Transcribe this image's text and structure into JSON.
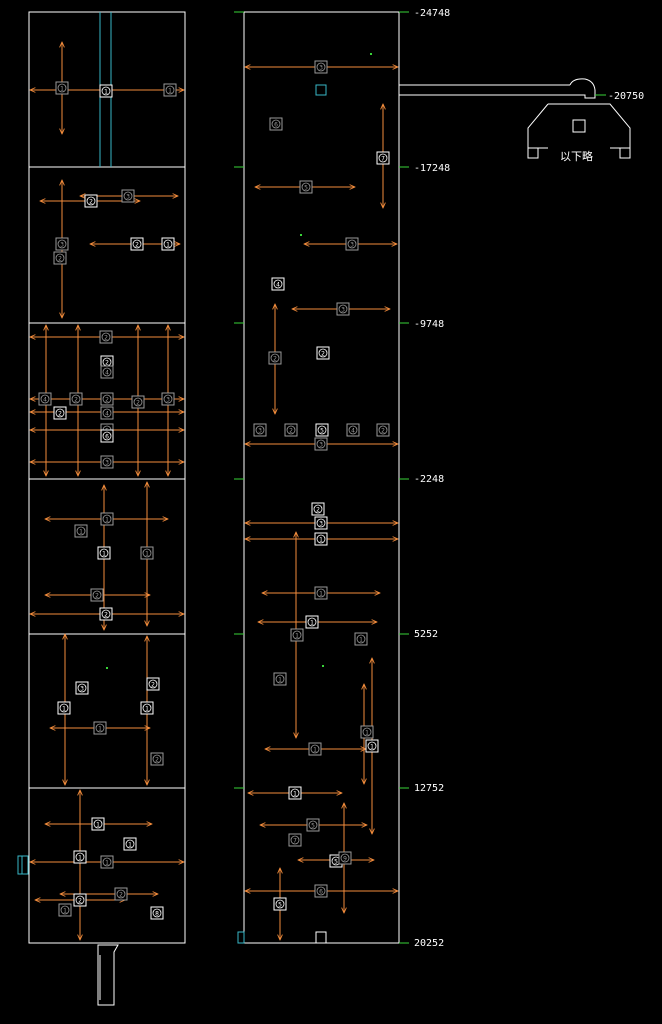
{
  "drawing": {
    "note": "以下略",
    "station_labels": [
      "-24748",
      "-20750",
      "-17248",
      "-9748",
      "-2248",
      "5252",
      "12752",
      "20252"
    ]
  },
  "markers": {
    "left_column": [
      "1",
      "1",
      "1",
      "2",
      "3",
      "3",
      "2",
      "2",
      "1",
      "2",
      "2",
      "4",
      "4",
      "2",
      "2",
      "2",
      "3",
      "2",
      "4",
      "5",
      "6",
      "3",
      "1",
      "1",
      "1",
      "1",
      "2",
      "2",
      "3",
      "2",
      "1",
      "1",
      "1",
      "2",
      "1",
      "1",
      "1",
      "1",
      "2",
      "2",
      "1",
      "8",
      "5",
      "4",
      "2",
      "5",
      "3",
      "1",
      "7"
    ],
    "right_column": [
      "3",
      "6",
      "7",
      "5",
      "3",
      "4",
      "3",
      "2",
      "2",
      "3",
      "2",
      "5",
      "4",
      "2",
      "3",
      "2",
      "3",
      "1",
      "1",
      "1",
      "1",
      "1",
      "1",
      "1",
      "1",
      "1",
      "1",
      "5",
      "7",
      "5",
      "9",
      "6",
      "5",
      "9",
      "5",
      "3",
      "2",
      "1"
    ]
  }
}
